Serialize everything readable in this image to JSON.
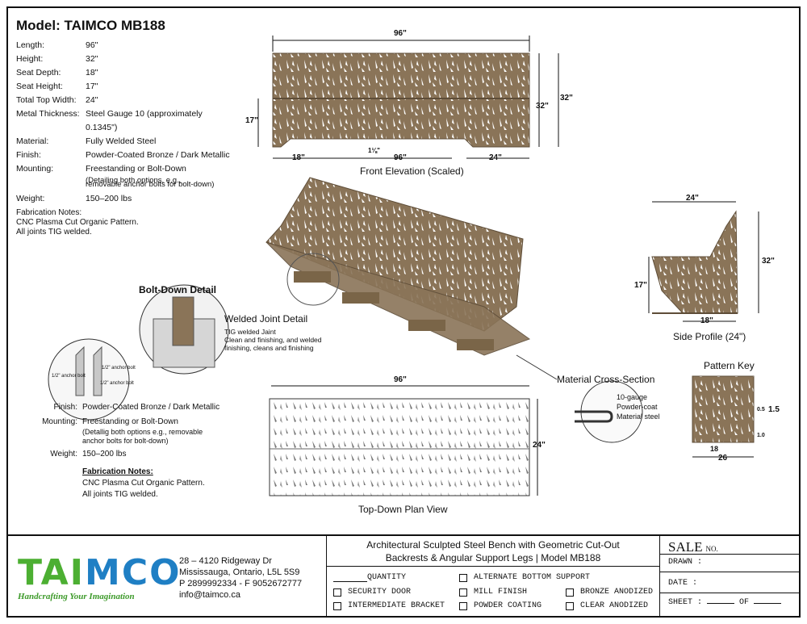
{
  "spec": {
    "title": "Model: TAIMCO MB188",
    "rows": [
      {
        "k": "Length:",
        "v": "96\""
      },
      {
        "k": "Height:",
        "v": "32\""
      },
      {
        "k": "Seat Depth:",
        "v": "18\""
      },
      {
        "k": "Seat Height:",
        "v": "17\""
      },
      {
        "k": "Total Top Width:",
        "v": "24\""
      },
      {
        "k": "Metal Thickness:",
        "v": "Steel Gauge 10 (approximately 0.1345\")"
      },
      {
        "k": "Material:",
        "v": "Fully Welded Steel"
      },
      {
        "k": "Finish:",
        "v": "Powder-Coated Bronze / Dark Metallic"
      },
      {
        "k": "Mounting:",
        "v": "Freestanding or Bolt-Down"
      }
    ],
    "mounting_note1": "(Detailing both options, e.g.,",
    "mounting_note2": "removable anchor bolts for bolt-down)",
    "weight_k": "Weight:",
    "weight_v": "150–200 lbs",
    "fab_title": "Fabrication Notes:",
    "fab_line1": "CNC Plasma Cut Organic Pattern.",
    "fab_line2": "All joints TIG welded."
  },
  "front": {
    "dim_length": "96\"",
    "dim_height_right": "32\"",
    "dim_height_inner": "32\"",
    "dim_seat": "17\"",
    "dim_depth": "18\"",
    "dim_inner": "96\"",
    "dim_small": "1⅛\"",
    "dim_width": "24\"",
    "caption": "Front Elevation (Scaled)"
  },
  "side": {
    "dim_top": "24\"",
    "dim_height": "32\"",
    "dim_seat": "17\"",
    "dim_depth": "18\"",
    "caption": "Side Profile (24\")"
  },
  "bolt": {
    "caption": "Bolt-Down Detail",
    "small1": "1/2\" anchor bolt",
    "small2": "1/2\" anchor bolt",
    "small3": "1/2\" anchor bolt"
  },
  "weld": {
    "caption": "Welded Joint Detail",
    "l1": "TIG welded Jaint",
    "l2": "Clean and finishing, and welded",
    "l3": "finishing, cleans and finishing"
  },
  "cross": {
    "caption": "Material Cross-Section",
    "l1": "10-gauge",
    "l2": "Powder-coat",
    "l3": "Material steel"
  },
  "plan": {
    "dim_length": "96\"",
    "dim_width": "24\"",
    "caption": "Top-Down Plan View"
  },
  "pattern": {
    "caption": "Pattern Key",
    "d1": "1.5",
    "d2": "0.5",
    "d3": "1.0",
    "d4": "18",
    "d5": "26"
  },
  "lower": {
    "finish_k": "Finish:",
    "finish_v": "Powder-Coated Bronze / Dark Metallic",
    "mount_k": "Mounting:",
    "mount_v": "Freestanding or Bolt-Down",
    "mount_n1": "(Detallig both options e.g., removable",
    "mount_n2": "anchor bolts for bolt-down)",
    "weight_k": "Weight:",
    "weight_v": "150–200 lbs",
    "fab_title": "Fabrication Notes:",
    "fab_l1": "CNC Plasma Cut Organic Pattern.",
    "fab_l2": "All joints TIG welded."
  },
  "titleblock": {
    "logo": "TAIMCO",
    "tagline": "Handcrafting Your Imagination",
    "address1": "28 – 4120 Ridgeway Dr",
    "address2": "Mississauga, Ontario, L5L 5S9",
    "phone": "P 2899992334 - F 9052672777",
    "email": "info@taimco.ca",
    "title1": "Architectural Sculpted Steel Bench with Geometric Cut-Out",
    "title2": "Backrests & Angular Support Legs | Model MB188",
    "quantity": "QUANTITY",
    "opt_security": "SECURITY DOOR",
    "opt_intermediate": "INTERMEDIATE BRACKET",
    "opt_alternate": "ALTERNATE BOTTOM SUPPORT",
    "opt_mill": "MILL FINISH",
    "opt_powder": "POWDER COATING",
    "opt_bronze": "BRONZE ANODIZED",
    "opt_clear": "CLEAR ANODIZED",
    "sale": "SALE",
    "no": "NO.",
    "drawn": "DRAWN :",
    "date": "DATE :",
    "sheet": "SHEET :",
    "of": "OF"
  },
  "colors": {
    "bronze": "#8a7458",
    "bronze_dark": "#5e4d38",
    "logo_green": "#4caf32",
    "logo_blue": "#1f7fc4",
    "tagline_green": "#3d9a2a"
  }
}
